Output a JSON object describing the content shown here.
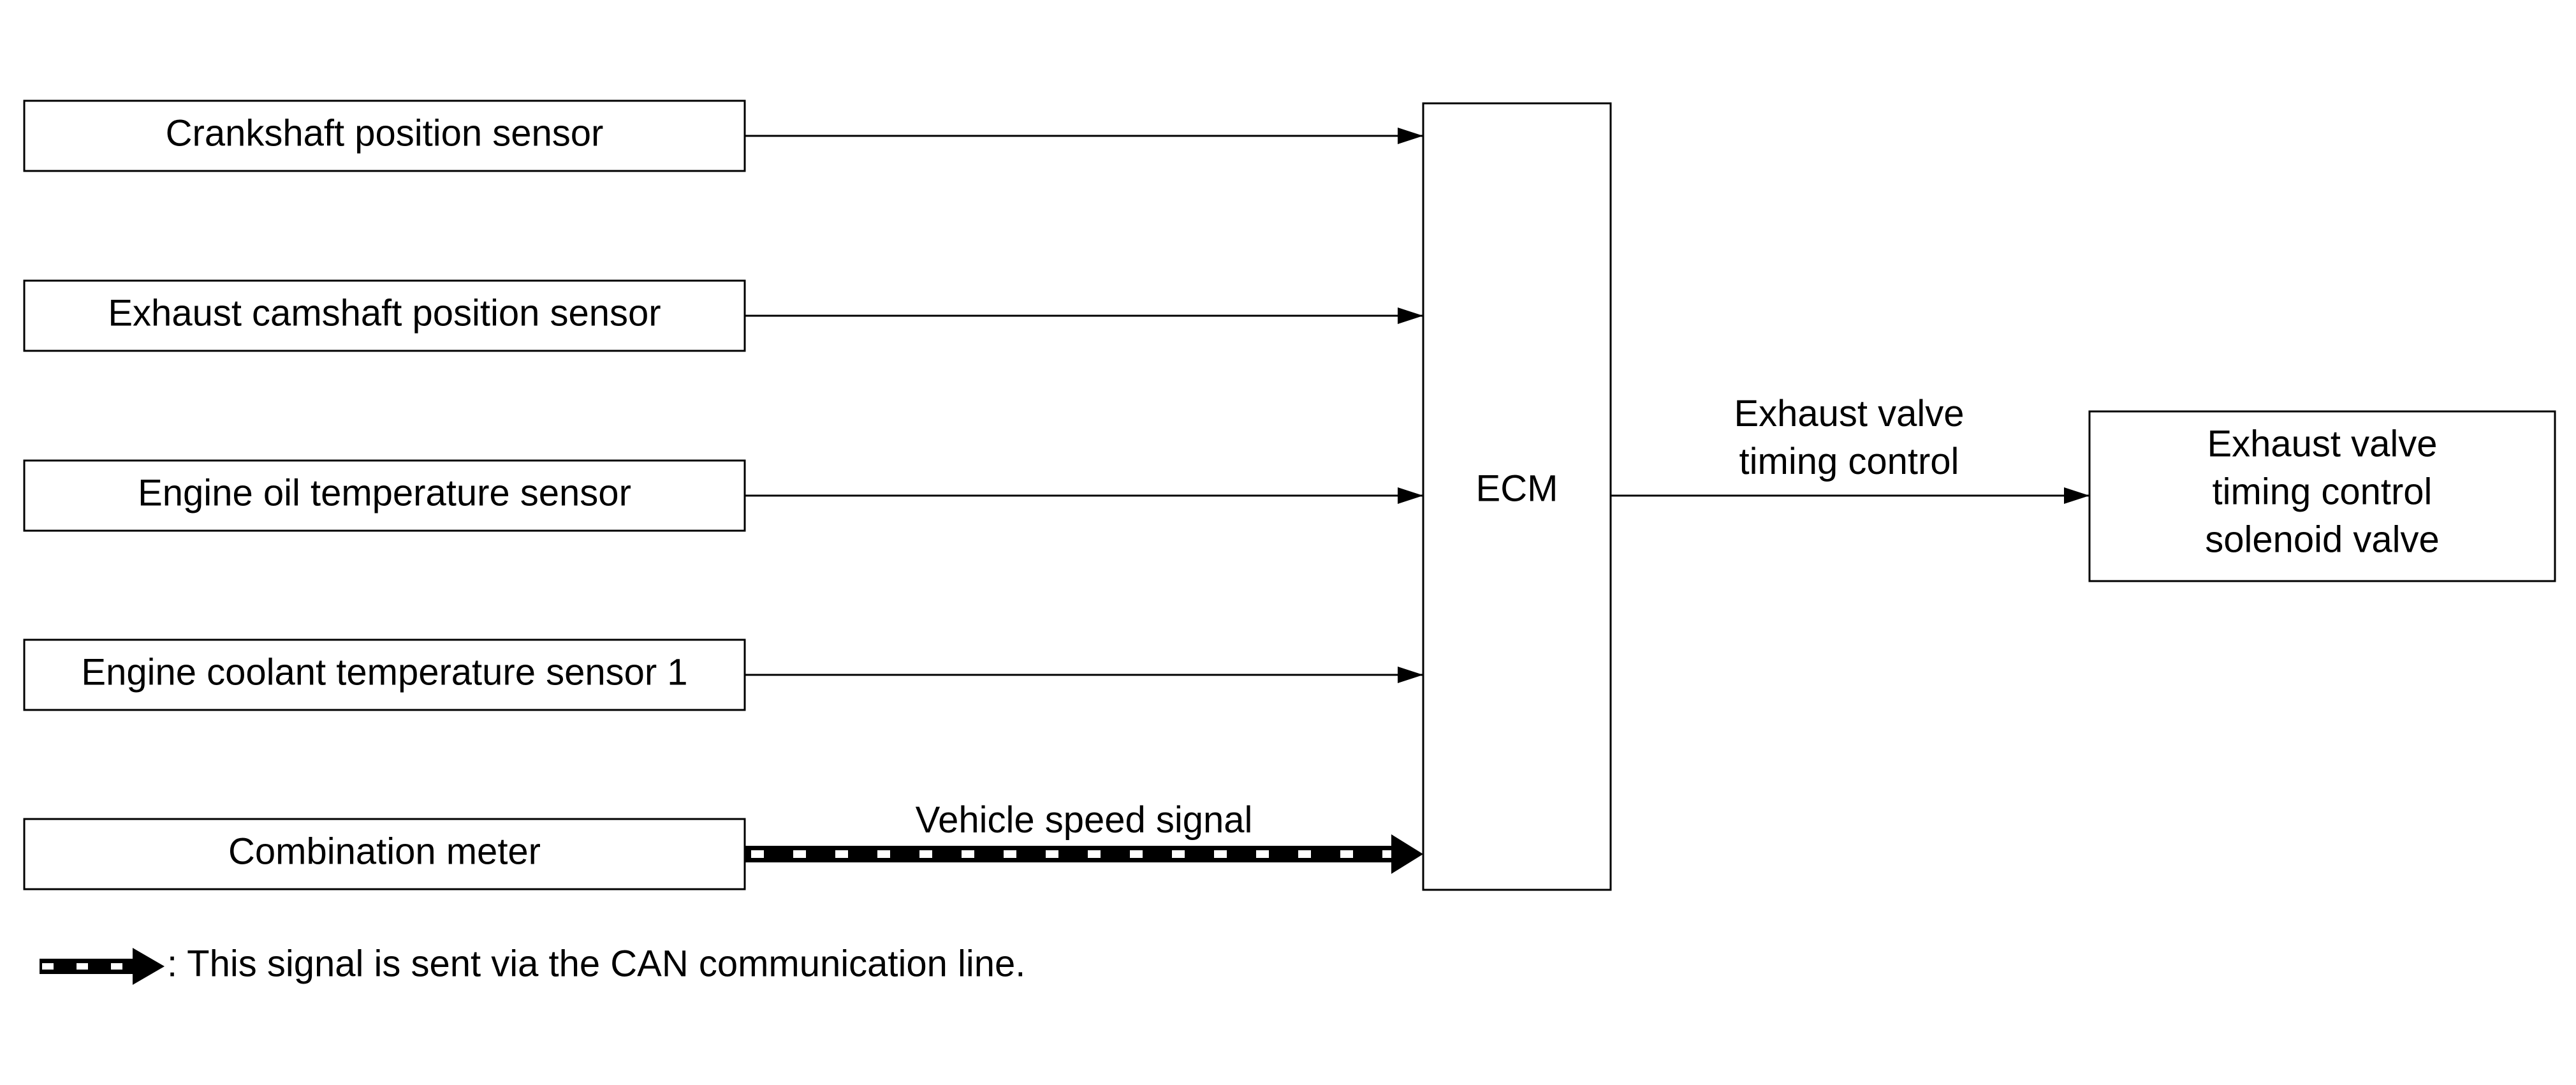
{
  "inputs": [
    {
      "label": "Crankshaft position sensor"
    },
    {
      "label": "Exhaust camshaft position sensor"
    },
    {
      "label": "Engine oil temperature sensor"
    },
    {
      "label": "Engine coolant temperature sensor 1"
    },
    {
      "label": "Combination meter"
    }
  ],
  "ecm": {
    "label": "ECM"
  },
  "can_signal": {
    "label": "Vehicle speed signal"
  },
  "output_signal": {
    "line1": "Exhaust valve",
    "line2": "timing control"
  },
  "output_device": {
    "line1": "Exhaust valve",
    "line2": "timing control",
    "line3": "solenoid valve"
  },
  "legend": {
    "text": ": This signal is sent via the CAN communication line."
  }
}
